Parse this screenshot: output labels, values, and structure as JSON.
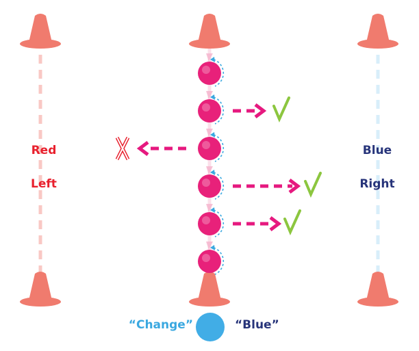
{
  "labels": {
    "left_side": [
      "Red",
      "Left"
    ],
    "right_side": [
      "Blue",
      "Right"
    ]
  },
  "command": {
    "word1": "“Change”",
    "word2": "“Blue”",
    "dot_color": "#41ade6"
  },
  "colors": {
    "cone": "#f07b6e",
    "red_line": "#f9c8c4",
    "blue_line": "#d8eefa",
    "ball": "#e8217a",
    "ball_shine": "#f38ab8",
    "arrow": "#e6197f",
    "spin_arrow": "#3aa8e0",
    "check": "#8cc63f",
    "cross": "#e8212e",
    "red_text": "#e8212e",
    "blue_text": "#27347a"
  },
  "cones": [
    "top-left",
    "top-center",
    "top-right",
    "bottom-left",
    "bottom-center",
    "bottom-right"
  ],
  "balls": [
    {
      "arrow": "none",
      "result": "none"
    },
    {
      "arrow": "right",
      "length": "short",
      "result": "check"
    },
    {
      "arrow": "left",
      "length": "short",
      "result": "cross"
    },
    {
      "arrow": "right",
      "length": "long",
      "result": "check"
    },
    {
      "arrow": "right",
      "length": "medium",
      "result": "check"
    },
    {
      "arrow": "none",
      "result": "none"
    }
  ]
}
